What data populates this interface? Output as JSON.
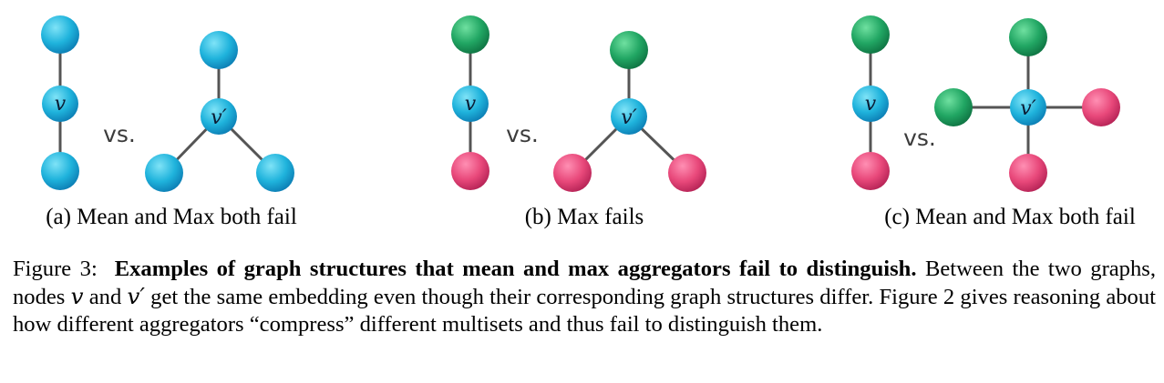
{
  "panels": [
    {
      "caption": "(a) Mean and Max both fail",
      "vs": "vs.",
      "left_label": "v",
      "right_label": "v′"
    },
    {
      "caption": "(b) Max fails",
      "vs": "vs.",
      "left_label": "v",
      "right_label": "v′"
    },
    {
      "caption": "(c) Mean and Max both fail",
      "vs": "vs.",
      "left_label": "v",
      "right_label": "v′"
    }
  ],
  "colors": {
    "blue": "#2fb6dc",
    "green": "#2aa866",
    "pink": "#e24a7a",
    "edge": "#555555"
  },
  "caption": {
    "label": "Figure 3:",
    "title": "Examples of graph structures that mean and max aggregators fail to distinguish.",
    "t1": "Between the two graphs, nodes",
    "v": "v",
    "t2": "and",
    "vprime": "v′",
    "t3": "get the same embedding even though their corresponding graph structures differ. Figure 2 gives reasoning about how different aggregators “compress” different multisets and thus fail to distinguish them."
  }
}
